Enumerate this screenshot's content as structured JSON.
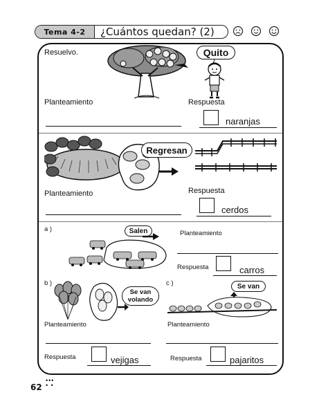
{
  "header": {
    "topic": "Tema 4-2",
    "title": "¿Cuántos quedan? (2)",
    "faces": [
      "sad-face-icon",
      "neutral-face-icon",
      "happy-face-icon"
    ]
  },
  "instruction": "Resuelvo.",
  "problem1": {
    "bubble": "Quito",
    "planteamiento": "Planteamiento",
    "respuesta": "Respuesta",
    "unit": "naranjas"
  },
  "problem2": {
    "bubble": "Regresan",
    "planteamiento": "Planteamiento",
    "respuesta": "Respuesta",
    "unit": "cerdos"
  },
  "exercise_a": {
    "label": "a )",
    "bubble": "Salen",
    "planteamiento": "Planteamiento",
    "respuesta": "Respuesta",
    "unit": "carros"
  },
  "exercise_b": {
    "label": "b )",
    "bubble": "Se van volando",
    "planteamiento": "Planteamiento",
    "respuesta": "Respuesta",
    "unit": "vejigas"
  },
  "exercise_c": {
    "label": "c )",
    "bubble": "Se van",
    "planteamiento": "Planteamiento",
    "respuesta": "Respuesta",
    "unit": "pajaritos"
  },
  "footer": {
    "page_number": "62",
    "dots_top": "•••",
    "dots_bottom": "• •"
  }
}
